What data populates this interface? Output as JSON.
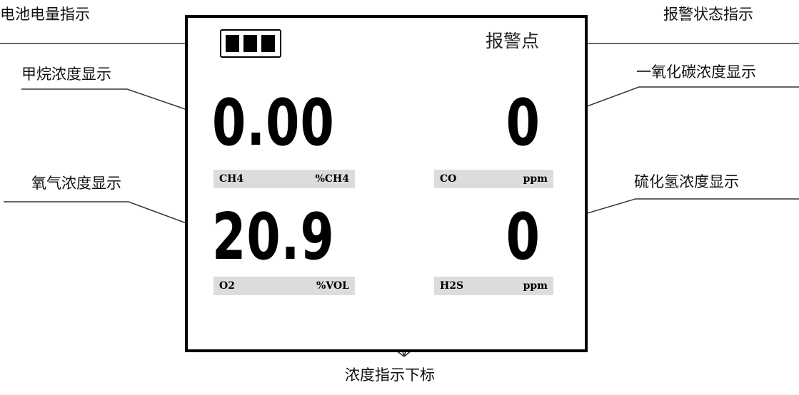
{
  "annotations": {
    "battery_indicator": "电池电量指示",
    "alarm_status_indicator": "报警状态指示",
    "methane_display": "甲烷浓度显示",
    "co_display": "一氧化碳浓度显示",
    "oxygen_display": "氧气浓度显示",
    "h2s_display": "硫化氢浓度显示",
    "unit_subscript": "浓度指示下标"
  },
  "screen": {
    "battery_cells": 3,
    "alarm_label": "报警点",
    "readings": {
      "methane": {
        "value": "0.00",
        "gas": "CH4",
        "unit": "%CH4"
      },
      "co": {
        "value": "0",
        "gas": "CO",
        "unit": "ppm"
      },
      "oxygen": {
        "value": "20.9",
        "gas": "O2",
        "unit": "%VOL"
      },
      "h2s": {
        "value": "0",
        "gas": "H2S",
        "unit": "ppm"
      }
    }
  },
  "colors": {
    "frame": "#000000",
    "label_strip": "#dcdcdc",
    "text": "#111111"
  }
}
